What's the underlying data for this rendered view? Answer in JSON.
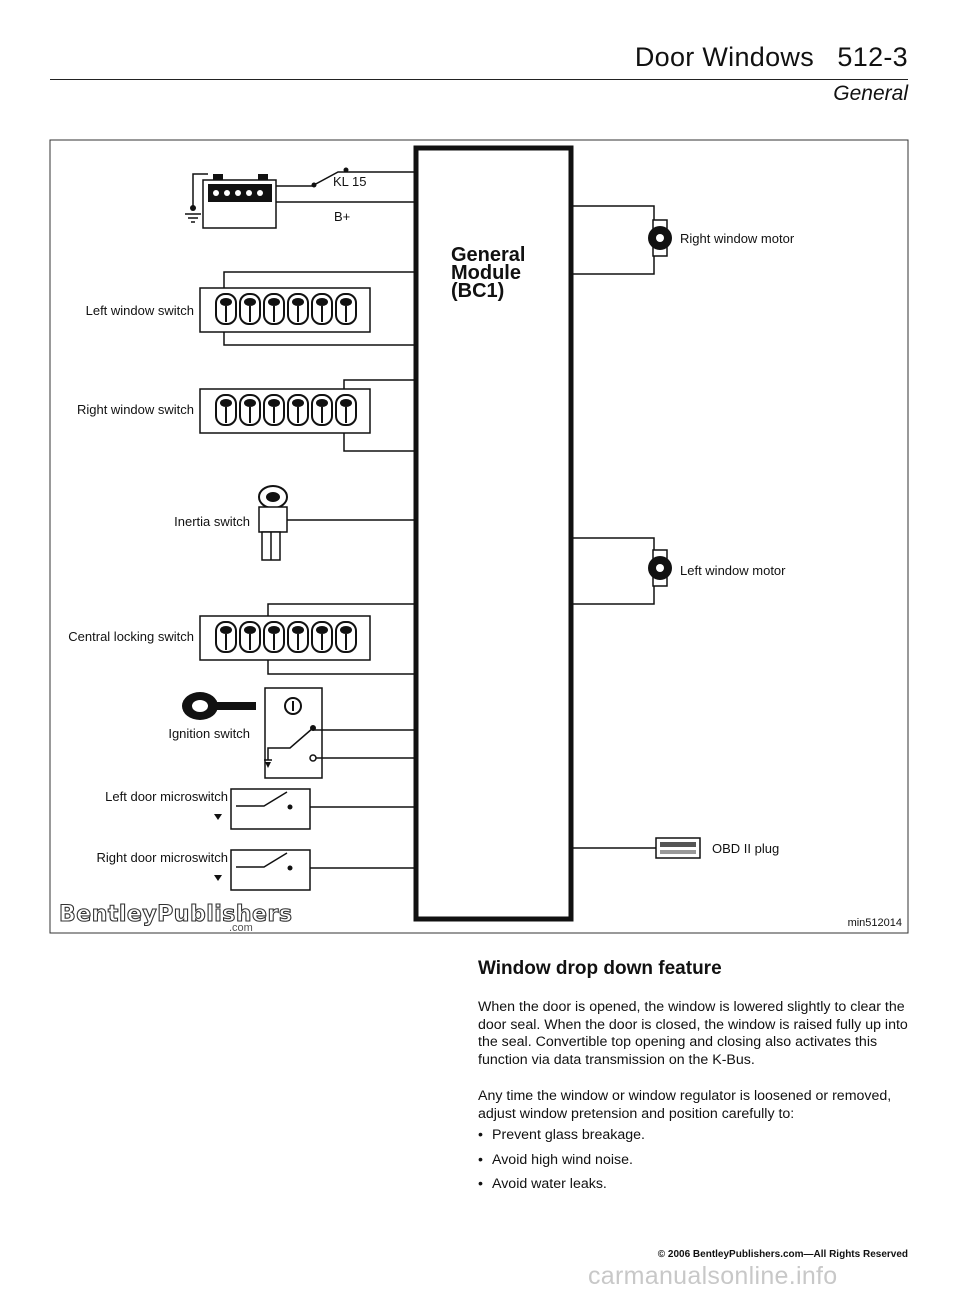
{
  "header": {
    "title": "Door Windows   512-3",
    "subtitle": "General"
  },
  "diagram": {
    "module": [
      "General",
      "Module",
      "(BC1)"
    ],
    "kl15": "KL 15",
    "bplus": "B+",
    "left_window_switch": "Left window switch",
    "right_window_switch": "Right window switch",
    "inertia_switch": "Inertia switch",
    "central_locking_switch": "Central locking switch",
    "ignition_switch": "Ignition switch",
    "left_door_microswitch": "Left door microswitch",
    "right_door_microswitch": "Right door microswitch",
    "right_window_motor": "Right window motor",
    "left_window_motor": "Left window motor",
    "obd_plug": "OBD II plug",
    "brand": "BentleyPublishers",
    "brand_com": ".com",
    "figure_id": "min512014"
  },
  "section": {
    "heading": "Window drop down feature",
    "para1": "When the door is opened, the window is lowered slightly to clear the door seal. When the door is closed, the window is raised fully up into the seal. Convertible top opening and closing also activates this function via data transmission on the K-Bus.",
    "para2": "Any time the window or window regulator is loosened or removed, adjust window pretension and position carefully to:",
    "bullets": [
      "Prevent glass breakage.",
      "Avoid high wind noise.",
      "Avoid water leaks."
    ]
  },
  "footer": "© 2006 BentleyPublishers.com—All Rights Reserved",
  "watermark": "carmanualsonline.info"
}
